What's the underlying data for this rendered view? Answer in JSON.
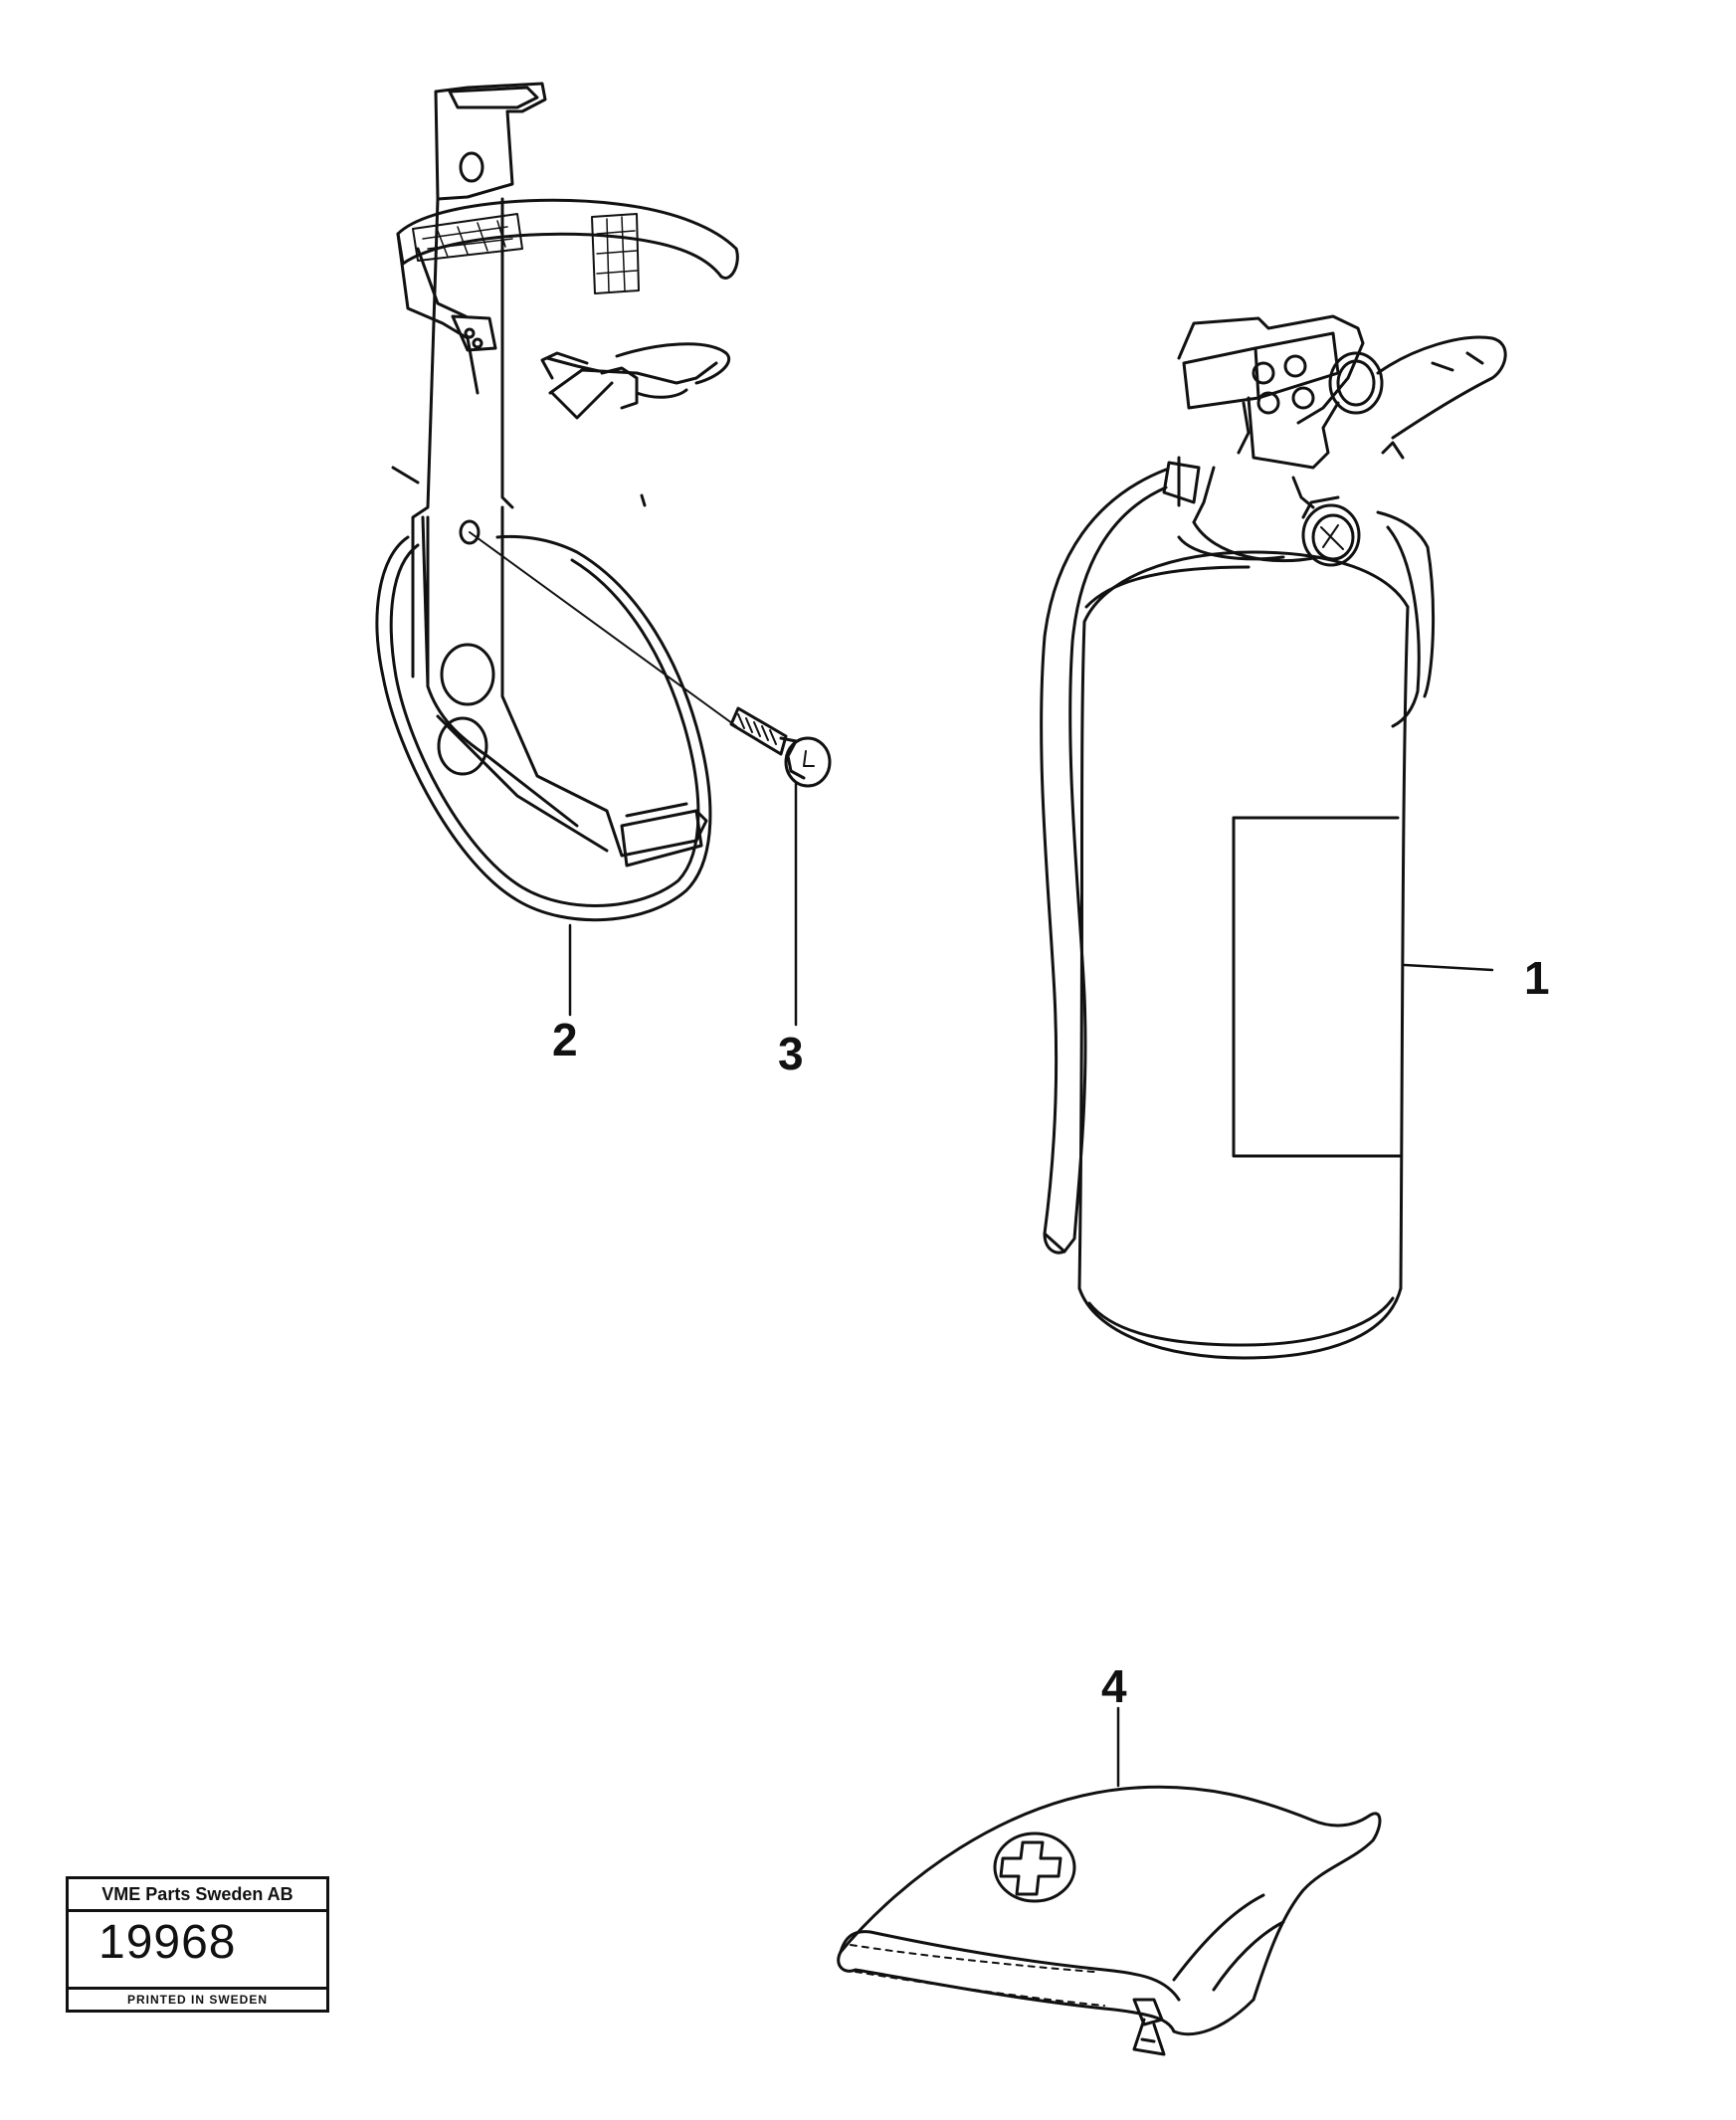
{
  "callouts": {
    "item_1": "1",
    "item_2": "2",
    "item_3": "3",
    "item_4": "4"
  },
  "title_block": {
    "company": "VME Parts Sweden AB",
    "drawing_number": "19968",
    "printed": "PRINTED IN SWEDEN"
  },
  "line_color": "#111111"
}
